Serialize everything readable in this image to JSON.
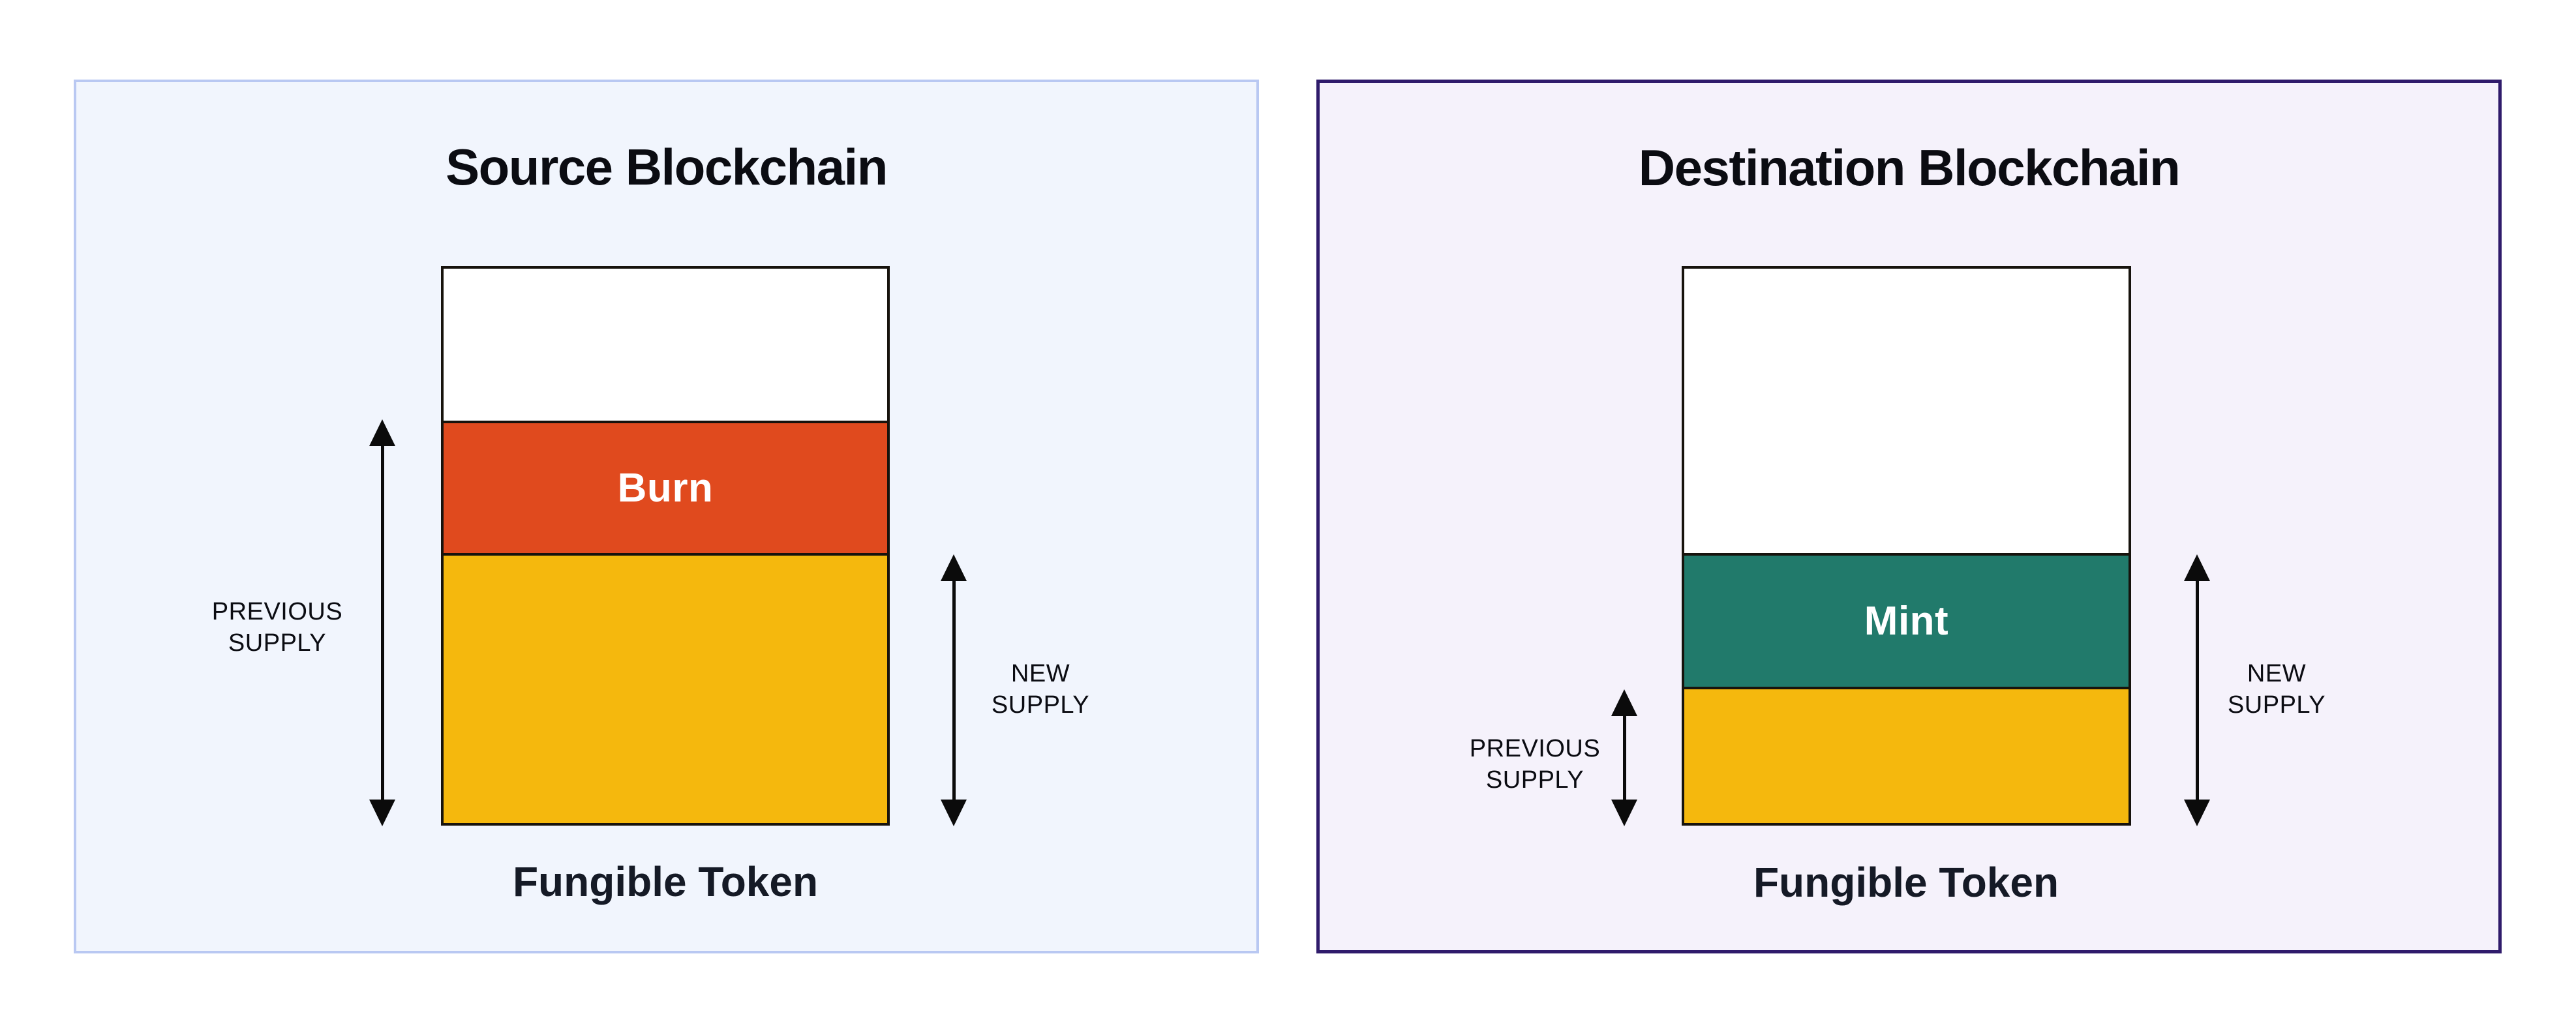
{
  "diagram": {
    "colors": {
      "page_background": "#FFFFFF",
      "text": "#0B0C12",
      "arrow": "#0B0B0B",
      "box_border": "#17130D",
      "burn": "#E04A1E",
      "mint": "#217A6B",
      "supply_yellow": "#F5B80D"
    },
    "source_panel": {
      "title": "Source Blockchain",
      "token_label": "Fungible Token",
      "background": "#F1F5FD",
      "border_color": "#B9C8F2",
      "segments": [
        {
          "name": "headroom",
          "label": "",
          "color": "#FFFFFF",
          "height": "27.4%"
        },
        {
          "name": "burn",
          "label": "Burn",
          "color": "#E04A1E",
          "height": "23.9%"
        },
        {
          "name": "remaining-supply",
          "label": "",
          "color": "#F5B80D",
          "height": "48.7%"
        }
      ],
      "previous_supply": {
        "line1": "PREVIOUS",
        "line2": "SUPPLY"
      },
      "new_supply": {
        "line1": "NEW",
        "line2": "SUPPLY"
      }
    },
    "destination_panel": {
      "title": "Destination Blockchain",
      "token_label": "Fungible Token",
      "background": "#F5F2FB",
      "border_color": "#2F1B6B",
      "segments": [
        {
          "name": "headroom",
          "label": "",
          "color": "#FFFFFF",
          "height": "51.3%"
        },
        {
          "name": "mint",
          "label": "Mint",
          "color": "#217A6B",
          "height": "24.1%"
        },
        {
          "name": "previous-supply",
          "label": "",
          "color": "#F5B80D",
          "height": "24.6%"
        }
      ],
      "previous_supply": {
        "line1": "PREVIOUS",
        "line2": "SUPPLY"
      },
      "new_supply": {
        "line1": "NEW",
        "line2": "SUPPLY"
      }
    }
  }
}
